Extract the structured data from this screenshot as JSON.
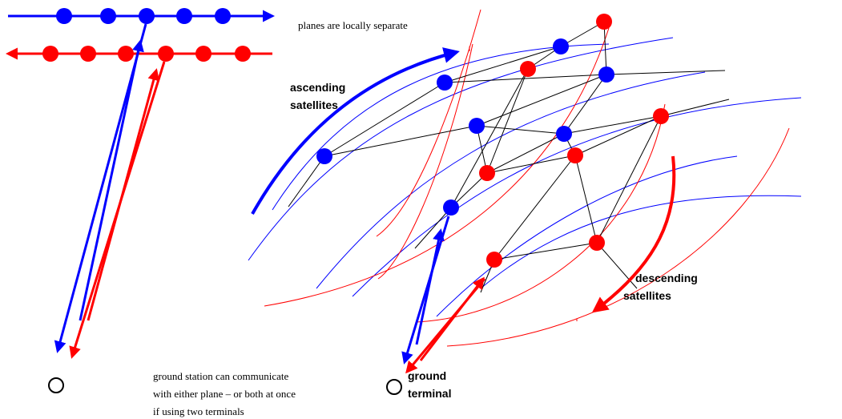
{
  "colors": {
    "ascending": "#0000ff",
    "descending": "#ff0000",
    "isl_link": "#000000",
    "background": "#ffffff"
  },
  "labels": {
    "planes_note": "planes are locally separate",
    "ascending_line1": "ascending",
    "ascending_line2": "satellites",
    "descending_line1": "descending",
    "descending_line2": "satellites",
    "ground_terminal_line1": "ground",
    "ground_terminal_line2": "terminal",
    "station_note_line1": "ground station can communicate",
    "station_note_line2": "with either plane – or both at once",
    "station_note_line3": "if using two terminals"
  }
}
